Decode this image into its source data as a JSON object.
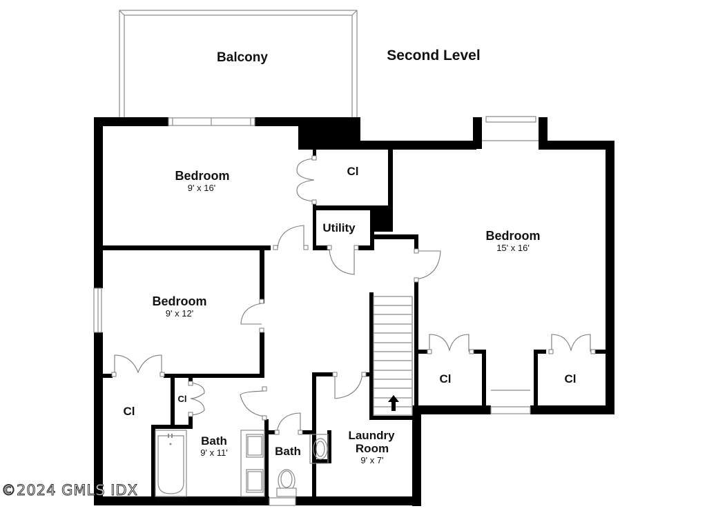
{
  "plan": {
    "title": "Second Level",
    "watermark": "©2024 GMLS IDX",
    "colors": {
      "wall": "#000000",
      "fixture_line": "#8a8a8a",
      "background": "#ffffff"
    }
  },
  "rooms": {
    "balcony": {
      "name": "Balcony",
      "dims": ""
    },
    "bedroom_nw": {
      "name": "Bedroom",
      "dims": "9' x 16'"
    },
    "closet_nw": {
      "name": "Cl",
      "dims": ""
    },
    "utility": {
      "name": "Utility",
      "dims": ""
    },
    "bedroom_main": {
      "name": "Bedroom",
      "dims": "15' x 16'"
    },
    "bedroom_w": {
      "name": "Bedroom",
      "dims": "9' x 12'"
    },
    "closet_sw": {
      "name": "Cl",
      "dims": ""
    },
    "closet_bath": {
      "name": "Cl",
      "dims": ""
    },
    "bath_main": {
      "name": "Bath",
      "dims": "9' x 11'"
    },
    "bath_half": {
      "name": "Bath",
      "dims": ""
    },
    "laundry": {
      "name": "Laundry\nRoom",
      "name_line1": "Laundry",
      "name_line2": "Room",
      "dims": "9' x 7'"
    },
    "closet_e1": {
      "name": "Cl",
      "dims": ""
    },
    "closet_e2": {
      "name": "Cl",
      "dims": ""
    }
  },
  "fixtures": [
    "stairs-up-arrow",
    "bathtub",
    "double-vanity",
    "toilet",
    "pedestal-sink",
    "windows",
    "swing-doors",
    "double-closet-doors"
  ]
}
